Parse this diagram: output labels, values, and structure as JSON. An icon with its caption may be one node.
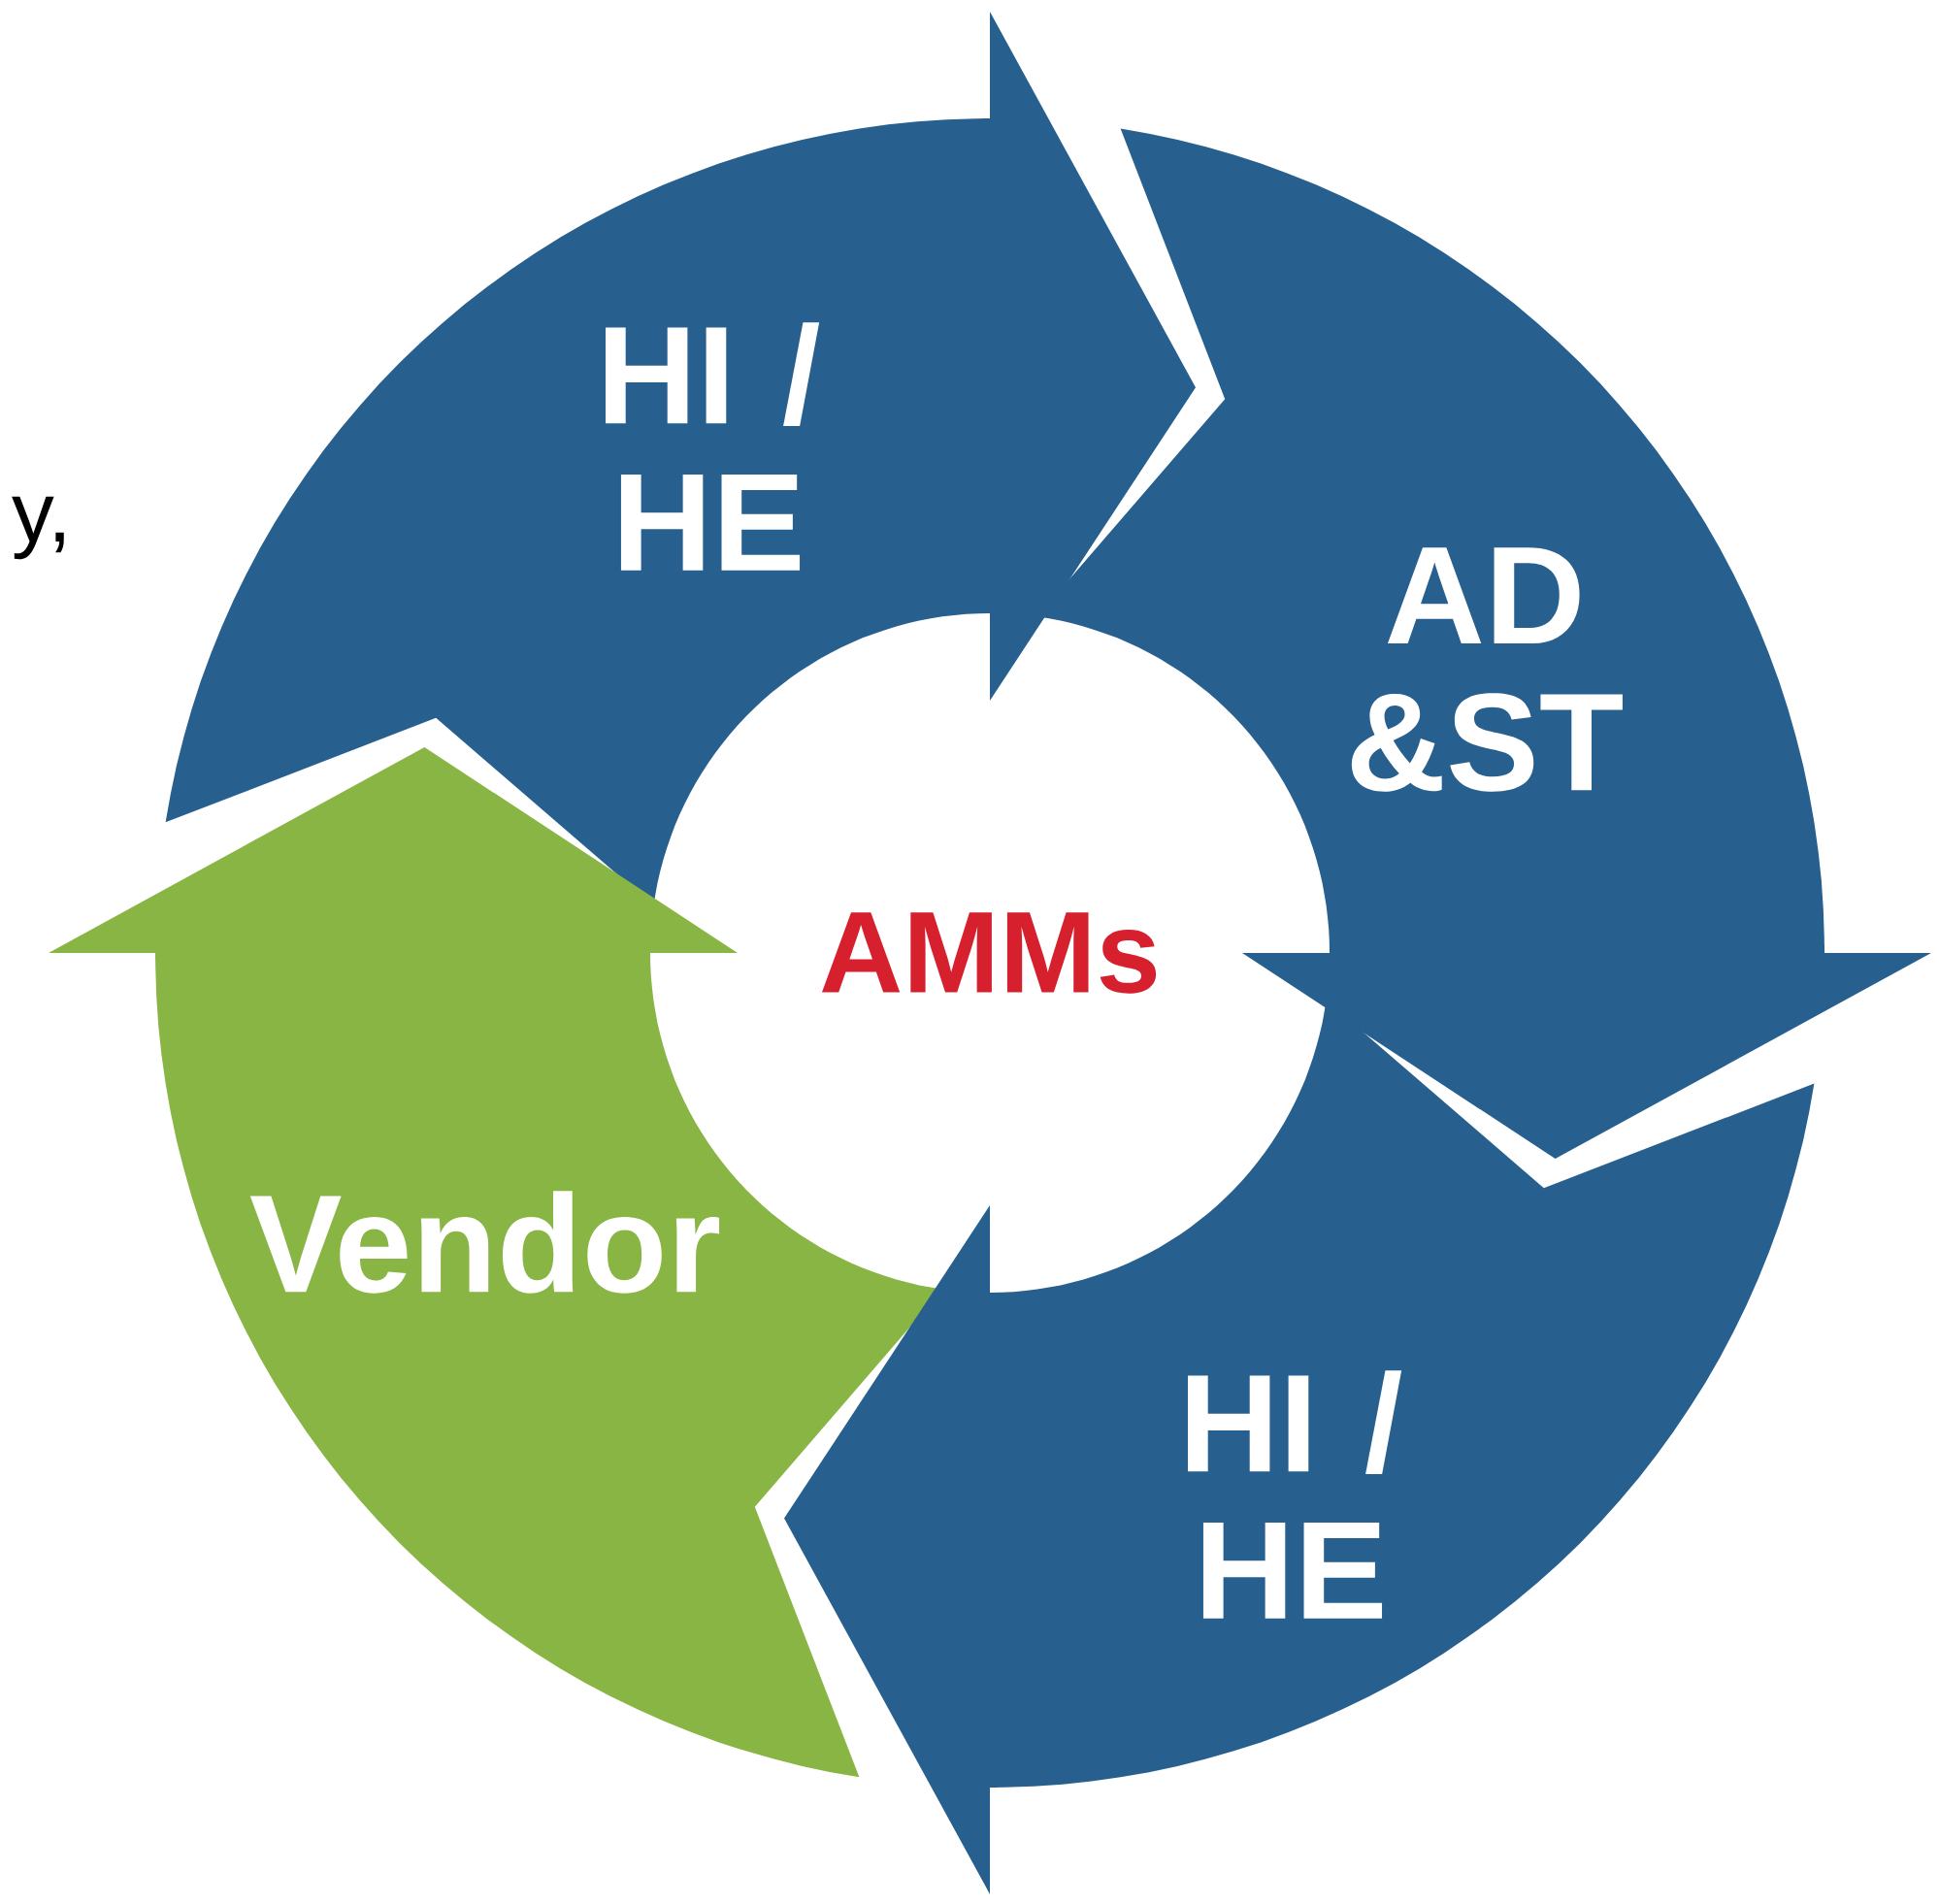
{
  "diagram": {
    "nodes": [
      {
        "text": [
          "HI / HE"
        ]
      },
      {
        "text": [
          "AD &ST"
        ]
      },
      {
        "text": [
          "HI / HE"
        ]
      },
      {
        "text": [
          "Vendor"
        ]
      },
      {
        "text": [
          "AMMs"
        ]
      }
    ],
    "edges": [
      {
        "from": 0,
        "to": 1,
        "arrow": "to"
      },
      {
        "from": 1,
        "to": 2,
        "arrow": "to"
      },
      {
        "from": 2,
        "to": 3,
        "arrow": "to"
      },
      {
        "from": 3,
        "to": 0,
        "arrow": "to"
      }
    ],
    "labels": [
      "y,"
    ]
  }
}
